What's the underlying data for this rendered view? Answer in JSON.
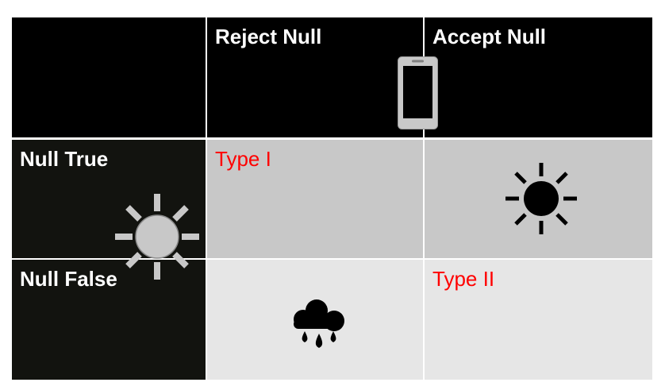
{
  "header": {
    "col1": "Reject Null",
    "col2": "Accept Null"
  },
  "rows": [
    {
      "label": "Null True",
      "cells": [
        "Type I",
        ""
      ]
    },
    {
      "label": "Null False",
      "cells": [
        "",
        "Type II"
      ]
    }
  ],
  "colors": {
    "header_bg": "#000000",
    "row_header_bg": "#12130f",
    "error_text": "#ff0000",
    "cell_gray": "#c8c8c8",
    "cell_light": "#e6e6e6"
  },
  "icons": [
    "phone-icon",
    "sun-icon",
    "sun-icon",
    "rain-cloud-icon"
  ]
}
